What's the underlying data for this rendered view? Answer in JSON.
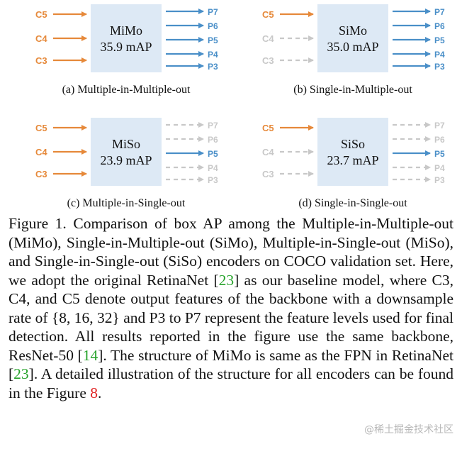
{
  "colors": {
    "active_input": "#e6893a",
    "active_output": "#4a8fc8",
    "inactive": "#c8c8c8",
    "box_fill": "#dde9f5",
    "citation": "#27a32b",
    "figure_ref": "#e02020"
  },
  "panels": [
    {
      "id": "a",
      "box_title": "MiMo",
      "box_score": "35.9 mAP",
      "caption": "(a) Multiple-in-Multiple-out",
      "inputs": [
        {
          "label": "C5",
          "active": true
        },
        {
          "label": "C4",
          "active": true
        },
        {
          "label": "C3",
          "active": true
        }
      ],
      "outputs": [
        {
          "label": "P7",
          "active": true
        },
        {
          "label": "P6",
          "active": true
        },
        {
          "label": "P5",
          "active": true
        },
        {
          "label": "P4",
          "active": true
        },
        {
          "label": "P3",
          "active": true
        }
      ]
    },
    {
      "id": "b",
      "box_title": "SiMo",
      "box_score": "35.0 mAP",
      "caption": "(b) Single-in-Multiple-out",
      "inputs": [
        {
          "label": "C5",
          "active": true
        },
        {
          "label": "C4",
          "active": false
        },
        {
          "label": "C3",
          "active": false
        }
      ],
      "outputs": [
        {
          "label": "P7",
          "active": true
        },
        {
          "label": "P6",
          "active": true
        },
        {
          "label": "P5",
          "active": true
        },
        {
          "label": "P4",
          "active": true
        },
        {
          "label": "P3",
          "active": true
        }
      ]
    },
    {
      "id": "c",
      "box_title": "MiSo",
      "box_score": "23.9 mAP",
      "caption": "(c) Multiple-in-Single-out",
      "inputs": [
        {
          "label": "C5",
          "active": true
        },
        {
          "label": "C4",
          "active": true
        },
        {
          "label": "C3",
          "active": true
        }
      ],
      "outputs": [
        {
          "label": "P7",
          "active": false
        },
        {
          "label": "P6",
          "active": false
        },
        {
          "label": "P5",
          "active": true
        },
        {
          "label": "P4",
          "active": false
        },
        {
          "label": "P3",
          "active": false
        }
      ]
    },
    {
      "id": "d",
      "box_title": "SiSo",
      "box_score": "23.7 mAP",
      "caption": "(d) Single-in-Single-out",
      "inputs": [
        {
          "label": "C5",
          "active": true
        },
        {
          "label": "C4",
          "active": false
        },
        {
          "label": "C3",
          "active": false
        }
      ],
      "outputs": [
        {
          "label": "P7",
          "active": false
        },
        {
          "label": "P6",
          "active": false
        },
        {
          "label": "P5",
          "active": true
        },
        {
          "label": "P4",
          "active": false
        },
        {
          "label": "P3",
          "active": false
        }
      ]
    }
  ],
  "figure_caption": {
    "part1": "Figure 1. Comparison of box AP among the Multiple-in-Multiple-out (MiMo), Single-in-Multiple-out (SiMo), Multiple-in-Single-out (MiSo), and Single-in-Single-out (SiSo) encoders on COCO validation set.  Here, we adopt the original RetinaNet [",
    "ref1": "23",
    "part2": "] as our baseline model, where C3, C4, and C5 denote output features of the backbone with a downsample rate of {8, 16, 32} and P3 to P7 represent the feature levels used for final detection. All results reported in the figure use the same backbone, ResNet-50 [",
    "ref2": "14",
    "part3": "].  The structure of MiMo is same as the FPN in RetinaNet [",
    "ref3": "23",
    "part4": "].  A detailed illustration of the structure for all encoders can be found in the Figure ",
    "ref4": "8",
    "part5": "."
  },
  "watermark": "@稀土掘金技术社区"
}
